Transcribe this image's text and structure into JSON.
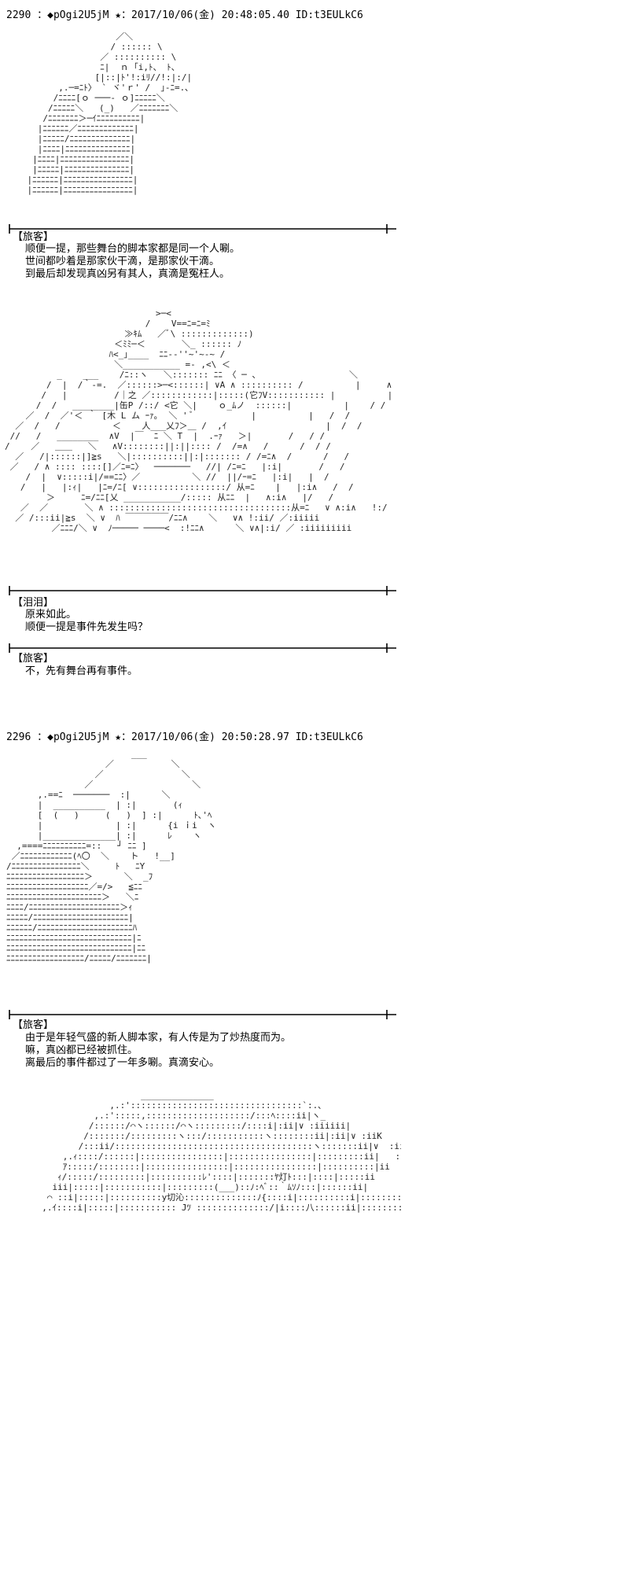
{
  "posts": [
    {
      "header": "2290 ：◆pOgi2U5jM ★：2017/10/06(金) 20:48:05.40 ID:t3EULkC6",
      "panels": [
        {
          "art": "                     ／＼\n                    / :::::: \\\n                  ／ :::::::::: \\\n                  ﾆ|  ｎ ｢i,ﾄ、 ﾄ、\n                 [|::|ﾄ'!:iﾘ//!:|:/|\n          ,.─=ﾆﾄ〉 ` ヾ'ｒ' /  ｣-ﾆ=.､\n         /ﾆﾆﾆﾆ[ｏ ───‐ ｏ]ﾆﾆﾆﾆﾆ＼\n        /ﾆﾆﾆﾆﾆ＼   (_)   ／ﾆﾆﾆﾆﾆﾆﾆ＼\n       /ﾆﾆﾆﾆﾆﾆﾆ＞─ｲﾆﾆﾆﾆﾆﾆﾆﾆﾆﾆ|\n      |ﾆﾆﾆﾆﾆﾆ／ﾆﾆﾆﾆﾆﾆﾆﾆﾆﾆﾆﾆﾆ|\n      |ﾆﾆﾆﾆﾆ/ﾆﾆﾆﾆﾆﾆﾆﾆﾆﾆﾆﾆﾆﾆ|\n      |ﾆﾆﾆﾆ|ﾆﾆﾆﾆﾆﾆﾆﾆﾆﾆﾆﾆﾆﾆﾆ|\n     |ﾆﾆﾆﾆ|ﾆﾆﾆﾆﾆﾆﾆﾆﾆﾆﾆﾆﾆﾆﾆﾆ|\n     |ﾆﾆﾆﾆﾆ|ﾆﾆﾆﾆﾆﾆﾆﾆﾆﾆﾆﾆﾆﾆﾆ|\n    |ﾆﾆﾆﾆﾆﾆ|ﾆﾆﾆﾆﾆﾆﾆﾆﾆﾆﾆﾆﾆﾆﾆﾆ|\n    |ﾆﾆﾆﾆﾆﾆ|ﾆﾆﾆﾆﾆﾆﾆﾆﾆﾆﾆﾆﾆﾆﾆﾆ|",
          "lines": [
            {
              "speaker": "【旅客】",
              "text": [
                "顺便一提，那些舞台的脚本家都是同一个人唰。",
                "世间都吵着是那家伙干滴，是那家伙干滴。",
                "到最后却发现真凶另有其人，真滴是冤枉人。"
              ]
            }
          ]
        },
        {
          "art": "                             >─<\n                           /    V==ﾆ=ﾆ=ﾐ\n                       ≫ｷﾑ   ／ﾞ\\ :::::::::::::)\n                     ＜ﾐﾐ─＜       ＼_ :::::: ﾉ\n                    ﾊ<_｣____  ﾆﾆ-‐''~'~-~ /\n                     ＼___________ =- ,<\\ ＜\n          _    ___    /ﾆ::ヽ   ＼::::::: ﾆﾆ 〈 ─ 、                 ＼\n        /  |  /｀‐=.  ／::::::>─<::::::| ∨A ∧ :::::::::: /          |     ∧\n       /   |         /｜之 ／::::::::::::|:::::(它ﾌV::::::::::: |          |     / |\n      /  /   ________|缶P /::/ <它 ＼|    ｏ_ﾑノ  ::::::|          |    / /\n    ／  /  ／'＜ ｀ [木 L ム ｰｧ｡  ＼ ' ﾞ           |          |   /  /\n  ／  /   /          ＜    人___乂ﾌ＞＿ /  ,ｲ                   |  /  /\n //   /   ________  ∧V  |￣  ﾆ ＼ T  |  .ｰｧ   ＞|       /   / /\n/    ／   ＿＿   ＼   ∧V::::::::||:||:::: /  /=∧   /      /  / /\n  ／   /|::::::|]≧s   ＼|::::::::::||:|::::::: / /=ﾆ∧  /      /   /\n ／   / ∧ :::: ::::[]／ﾆ=ﾆ〉  ───────   //| /ﾆ=ﾆ   |:i|       /   /\n    /  |  ∨:::::i|/==ﾆﾆ〉／          ＼ //  ||/ｰ=ﾆ   |:i|   |  /\n   /   |   |:ｨ|   |ﾆ=/ﾆ[ ∨:::::::::::::::::/ 从=ﾆ    |   |:i∧   /  /\n        ＞     ﾆ=/ﾆﾆ[乂 ___________/::::: 从ﾆﾆ  |   ∧:i∧   |/   /\n   ／  ／       ＼ ∧ :::::::::::::::::::::::::::::::::::从=ﾆ   ∨ ∧:i∧   !:/  ／ /\n  ／ /:::ii|≧s  ＼ ∨  ﾊ ￣￣￣￣￣/ﾆﾆ∧    ＼   ∨∧ !:ii/ ／:iiiii\n         ／ﾆﾆﾆ/＼ ∨  ﾉ───── ────<  :!ﾆﾆ∧      ＼ ∨∧|:i/ ／ :iiiiiiiii",
          "lines": [
            {
              "speaker": "【泪泪】",
              "text": [
                "原来如此。",
                "顺便一提是事件先发生吗？"
              ]
            },
            {
              "speaker": "【旅客】",
              "text": [
                "不，先有舞台再有事件。"
              ]
            }
          ]
        }
      ]
    },
    {
      "header": "2296 ：◆pOgi2U5jM ★：2017/10/06(金) 20:50:28.97 ID:t3EULkC6",
      "panels": [
        {
          "art": "                        ___\n                   ／           ＼\n                 ／               ＼\n               ／                   ＼\n      ,.==ﾆ  ───────  :|      ＼\n      |  __________  | :|       (ｨ\n      [  (   )     (   )  ] :|      ﾄ､'ﾍ\n      |              | :|      {i ｉi  ヽ\n      |______________| :|      ﾚ    ヽ\n  ,====ﾆﾆﾆﾆﾆﾆﾆﾆﾆﾆ=::   ┘ ﾆﾆ ]\n ／ﾆﾆﾆﾆﾆﾆﾆﾆﾆﾆﾆﾆ(ﾍ〇  ＼    ト   !__]\n/ﾆﾆﾆﾆﾆﾆﾆﾆﾆﾆﾆﾆﾆﾆﾆﾆ＼     ﾄ   ﾆY\nﾆﾆﾆﾆﾆﾆﾆﾆﾆﾆﾆﾆﾆﾆﾆﾆﾆﾆ＞      ＼  _ﾌ\nﾆﾆﾆﾆﾆﾆﾆﾆﾆﾆﾆﾆﾆﾆﾆﾆﾆﾆﾆ／=/>   ≦ﾆﾆ\nﾆﾆﾆﾆﾆﾆﾆﾆﾆﾆﾆﾆﾆﾆﾆﾆﾆﾆﾆﾆﾆﾆ＞   ＼ﾆ\nﾆﾆﾆﾆ/ﾆﾆﾆﾆﾆﾆﾆﾆﾆﾆﾆﾆﾆﾆﾆﾆﾆﾆﾆﾆﾆ＞ｨ\nﾆﾆﾆﾆﾆ/ﾆﾆﾆﾆﾆﾆﾆﾆﾆﾆﾆﾆﾆﾆﾆﾆﾆﾆﾆﾆﾆﾆ|\nﾆﾆﾆﾆﾆﾆ/ﾆﾆﾆﾆﾆﾆﾆﾆﾆﾆﾆﾆﾆﾆﾆﾆﾆﾆﾆﾆﾆﾆﾊ\nﾆﾆﾆﾆﾆﾆﾆﾆﾆﾆﾆﾆﾆﾆﾆﾆﾆﾆﾆﾆﾆﾆﾆﾆﾆﾆﾆﾆﾆ|ﾆ\nﾆﾆﾆﾆﾆﾆﾆﾆﾆﾆﾆﾆﾆﾆﾆﾆﾆﾆﾆﾆﾆﾆﾆﾆﾆﾆﾆﾆﾆ|ﾆﾆ\nﾆﾆﾆﾆﾆﾆﾆﾆﾆﾆﾆﾆﾆﾆﾆﾆﾆﾆ/ﾆﾆﾆﾆﾆ/ﾆﾆﾆﾆﾆﾆﾆ|",
          "lines": [
            {
              "speaker": "【旅客】",
              "text": [
                "由于是年轻气盛的新人脚本家，有人传是为了炒热度而为。",
                "嘛，真凶都已经被抓住。",
                "离最后的事件都过了一年多唰。真滴安心。"
              ]
            }
          ]
        },
        {
          "art": "                     ______________\n               ,.:':::::::::::::::::::::::::::::::::`:.､\n            ,.:':::::,::::::::::::::::::::/:::ﾍ::::ii|ヽ_\n           /::::::/⌒ヽ::::::/⌒ヽ:::::::::/::::i|:ii|∨ :iiiiii|\n          /:::::::/:::::::::ヽ:::/:::::::::::ヽ::::::::ii|:ii|∨ :iiK\n         /:::ii/::::::::::::::::::::::::::::::::::::::ヽ:::::::ii|∨  :ii\n      ,.ｨ::::/::::::|::::::::::::::::|::::::::::::::::|:::::::::ii|   :iiｲ\n      ｱ:::::/::::::::|::::::::::::::::|::::::::::::::::|::::::::::|ii  ::::\n     ｨ/:::::/:::::::::|::::::::::ﾚ'::::|:::::::ﾔ灯ﾄ:::|::::|:::::ii\n    iii|:::::|:::::::::::|:::::::::(___)::ﾉ:ﾍﾞ::｀ﾑｿﾉ:::|::::::ii|\n   ⌒ ::i|:::::|::::::::::y切沁::::::::::::::ﾉ{::::i|::::::::::i|::::::::ii|\n  ,.ｲ::::i|:::::|::::::::::: Jﾂ ::::::::::::::/|i::::八::::::ii|::::::::ii|",
          "lines": []
        }
      ]
    }
  ]
}
